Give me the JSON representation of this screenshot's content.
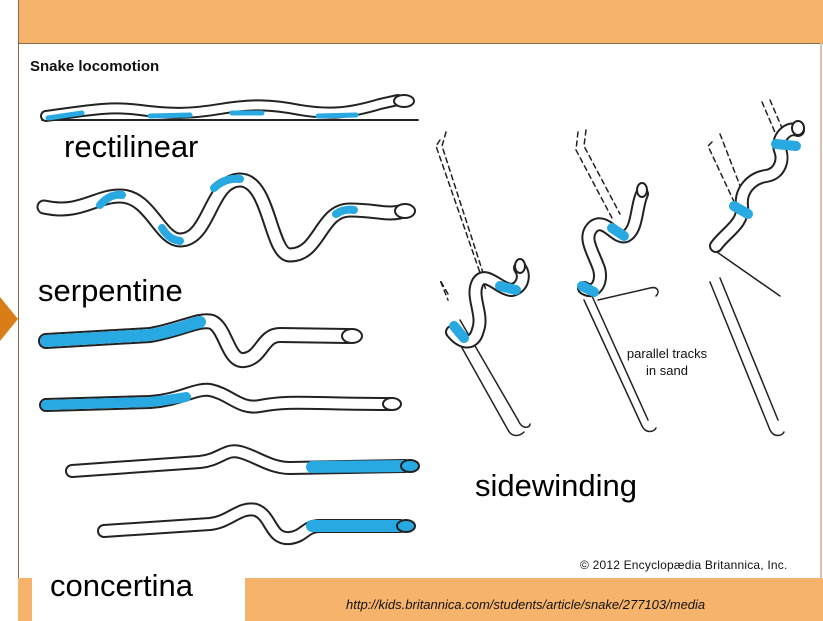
{
  "slide": {
    "heading": "Snake locomotion",
    "labels": {
      "rectilinear": "rectilinear",
      "serpentine": "serpentine",
      "concertina": "concertina",
      "sidewinding": "sidewinding"
    },
    "annotation_line1": "parallel tracks",
    "annotation_line2": "in sand",
    "copyright": "© 2012 Encyclopædia Britannica, Inc.",
    "source_url": "http://kids.britannica.com/students/article/snake/277103/media"
  },
  "colors": {
    "banner": "#f5b36b",
    "arrow": "#d97e16",
    "contact_highlight": "#29a9e1",
    "outline": "#222222"
  }
}
